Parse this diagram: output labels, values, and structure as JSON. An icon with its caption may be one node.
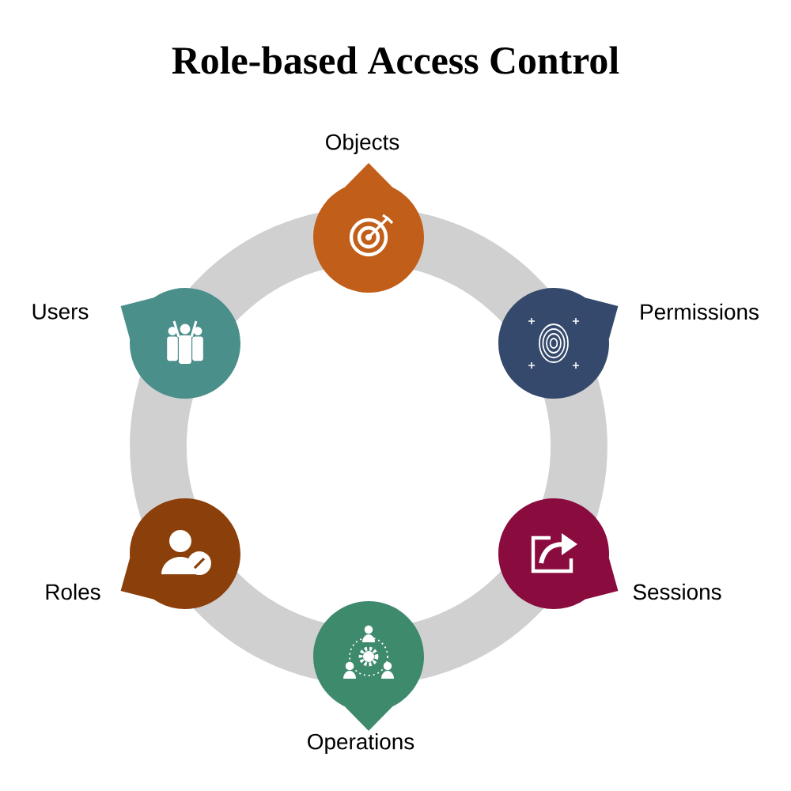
{
  "diagram": {
    "title": "Role-based Access Control",
    "nodes": [
      {
        "text": [
          "Objects"
        ]
      },
      {
        "text": [
          "Users"
        ]
      },
      {
        "text": [
          "Permissions"
        ]
      },
      {
        "text": [
          "Roles"
        ]
      },
      {
        "text": [
          "Sessions"
        ]
      },
      {
        "text": [
          "Operations"
        ]
      }
    ]
  }
}
